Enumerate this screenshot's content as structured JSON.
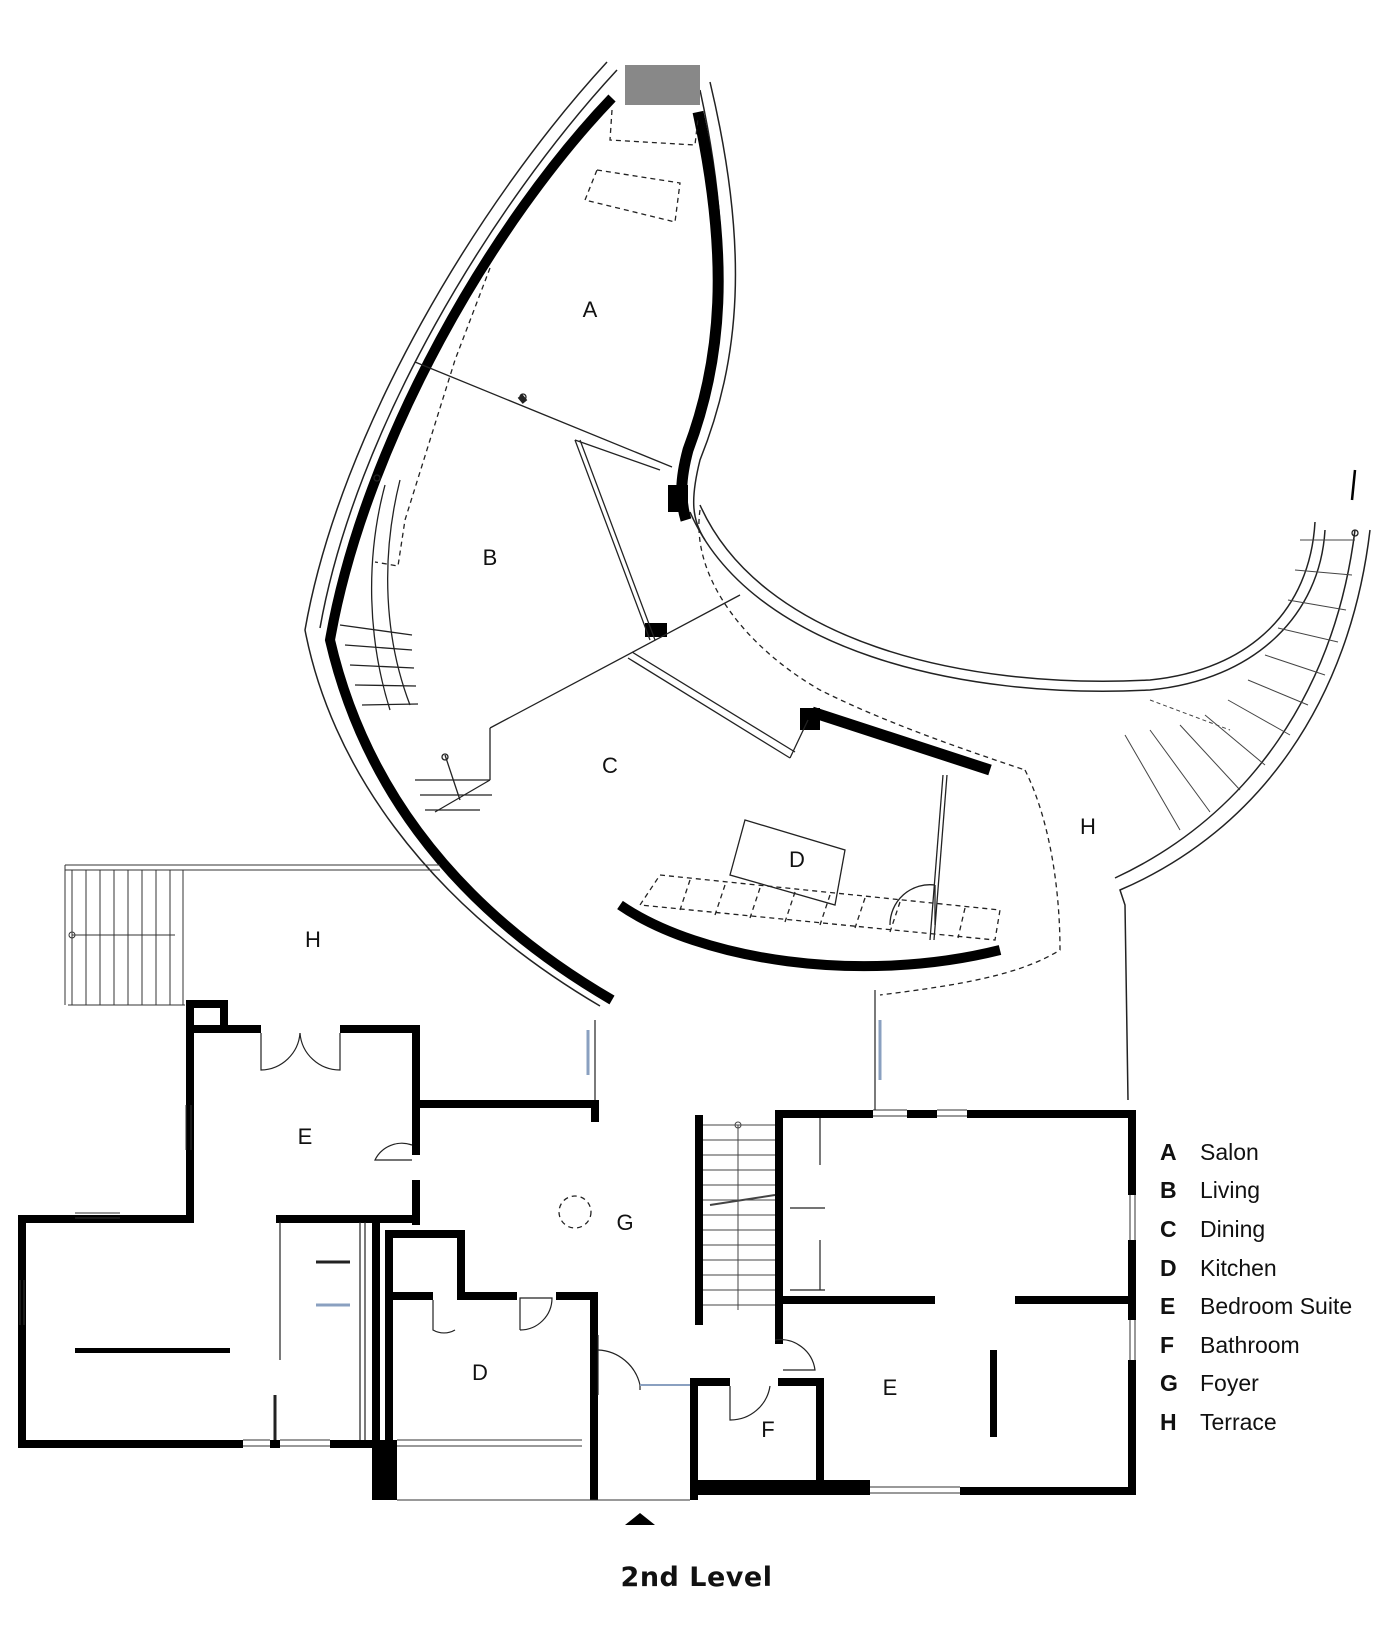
{
  "rooms": {
    "A": "A",
    "B": "B",
    "C": "C",
    "D_upper": "D",
    "H_right": "H",
    "H_left": "H",
    "E_left": "E",
    "G": "G",
    "D_lower": "D",
    "E_right": "E",
    "F": "F"
  },
  "legend": [
    {
      "key": "A",
      "name": "Salon"
    },
    {
      "key": "B",
      "name": "Living"
    },
    {
      "key": "C",
      "name": "Dining"
    },
    {
      "key": "D",
      "name": "Kitchen"
    },
    {
      "key": "E",
      "name": "Bedroom Suite"
    },
    {
      "key": "F",
      "name": "Bathroom"
    },
    {
      "key": "G",
      "name": "Foyer"
    },
    {
      "key": "H",
      "name": "Terrace"
    }
  ],
  "caption": "2nd Level",
  "colors": {
    "wall": "#000000",
    "line": "#222222",
    "glass": "#8aa0c0",
    "skylight": "#888888"
  }
}
